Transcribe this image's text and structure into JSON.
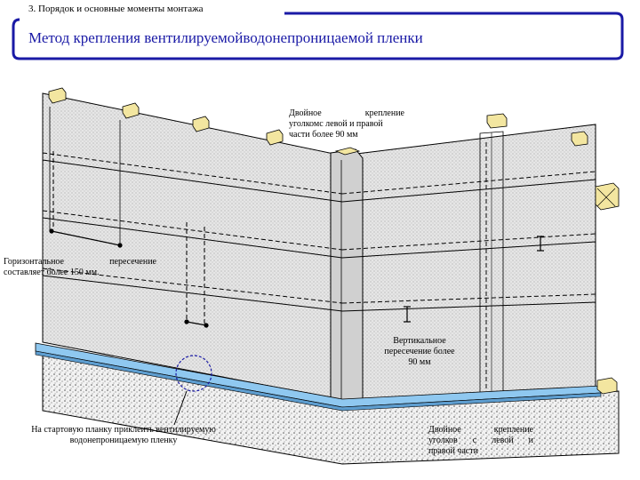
{
  "header": {
    "section_label": "3. Порядок и основные моменты монтажа"
  },
  "title": "Метод крепления вентилируемойводонепроницаемой пленки",
  "callouts": {
    "double_top_line1": "Двойное крепление",
    "double_top_line2": "уголкомс левой и правой",
    "double_top_line3": "части более 90 мм",
    "horizontal_line1": "Горизонтальное пересечение",
    "horizontal_line2": "составляет более 150 мм.",
    "vertical_line1": "Вертикальное",
    "vertical_line2": "пересечение более",
    "vertical_line3": "90 мм",
    "start_line1": "На стартовую планку приклеить вентилируемую",
    "start_line2": "водонепроницаемую пленку",
    "double_bottom_line1": "Двойное крепление",
    "double_bottom_line2": "уголков с левой и",
    "double_bottom_line3": "правой части"
  },
  "colors": {
    "title_text": "#1a1aa6",
    "frame_blue": "#1a1aa6",
    "wall_fill": "#dcdcdc",
    "starter_strip": "#8fc8f0",
    "post_fill": "#f3e6a0",
    "foundation_fill": "#efefef"
  }
}
